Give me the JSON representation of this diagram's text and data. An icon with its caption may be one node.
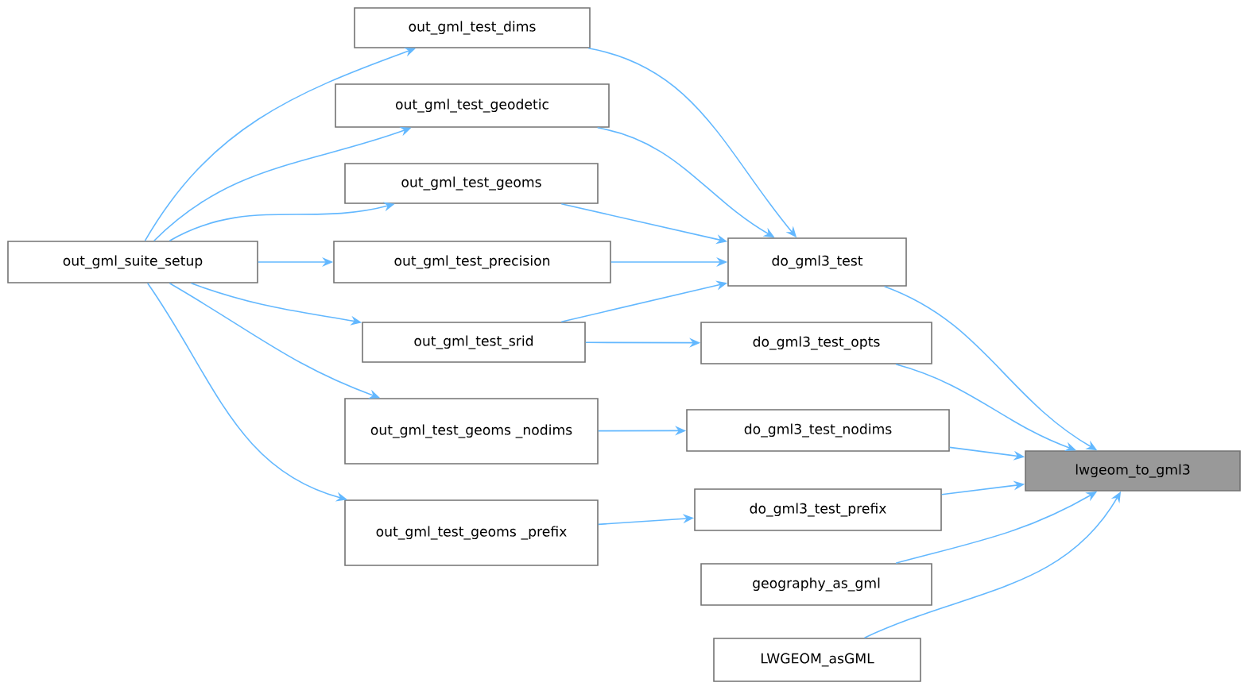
{
  "diagram": {
    "nodes": [
      {
        "text": [
          "out_gml_suite_setup"
        ]
      },
      {
        "text": [
          "out_gml_test_dims"
        ]
      },
      {
        "text": [
          "out_gml_test_geodetic"
        ]
      },
      {
        "text": [
          "out_gml_test_geoms"
        ]
      },
      {
        "text": [
          "out_gml_test_precision"
        ]
      },
      {
        "text": [
          "out_gml_test_srid"
        ]
      },
      {
        "text": [
          "out_gml_test_geoms _nodims"
        ]
      },
      {
        "text": [
          "out_gml_test_geoms _prefix"
        ]
      },
      {
        "text": [
          "do_gml3_test"
        ]
      },
      {
        "text": [
          "do_gml3_test_opts"
        ]
      },
      {
        "text": [
          "do_gml3_test_nodims"
        ]
      },
      {
        "text": [
          "do_gml3_test_prefix"
        ]
      },
      {
        "text": [
          "geography_as_gml"
        ]
      },
      {
        "text": [
          "LWGEOM_asGML"
        ]
      },
      {
        "text": [
          "lwgeom_to_gml3"
        ]
      }
    ],
    "edges": [
      {
        "from": 0,
        "to": 1,
        "arrow": "to"
      },
      {
        "from": 0,
        "to": 2,
        "arrow": "to"
      },
      {
        "from": 0,
        "to": 3,
        "arrow": "to"
      },
      {
        "from": 0,
        "to": 4,
        "arrow": "to"
      },
      {
        "from": 0,
        "to": 5,
        "arrow": "to"
      },
      {
        "from": 0,
        "to": 6,
        "arrow": "to"
      },
      {
        "from": 0,
        "to": 7,
        "arrow": "to"
      },
      {
        "from": 1,
        "to": 8,
        "arrow": "to"
      },
      {
        "from": 2,
        "to": 8,
        "arrow": "to"
      },
      {
        "from": 3,
        "to": 8,
        "arrow": "to"
      },
      {
        "from": 4,
        "to": 8,
        "arrow": "to"
      },
      {
        "from": 5,
        "to": 8,
        "arrow": "to"
      },
      {
        "from": 5,
        "to": 9,
        "arrow": "to"
      },
      {
        "from": 6,
        "to": 10,
        "arrow": "to"
      },
      {
        "from": 7,
        "to": 11,
        "arrow": "to"
      },
      {
        "from": 8,
        "to": 14,
        "arrow": "to"
      },
      {
        "from": 9,
        "to": 14,
        "arrow": "to"
      },
      {
        "from": 10,
        "to": 14,
        "arrow": "to"
      },
      {
        "from": 11,
        "to": 14,
        "arrow": "to"
      },
      {
        "from": 12,
        "to": 14,
        "arrow": "to"
      },
      {
        "from": 13,
        "to": 14,
        "arrow": "to"
      }
    ]
  }
}
